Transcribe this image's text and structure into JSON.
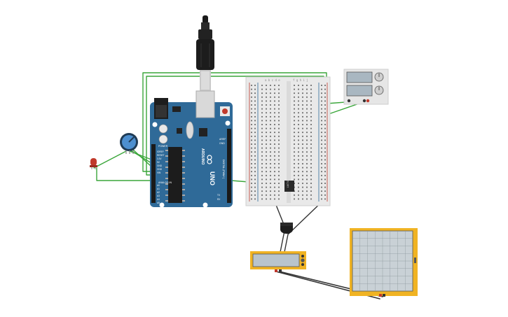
{
  "app": {
    "title": "Circuit simulation workspace"
  },
  "arduino": {
    "brand": "ARDUINO",
    "model": "UNO",
    "digital_label": "DIGITAL (PWM~)",
    "power_label": "POWER",
    "analog_label": "ANALOG IN",
    "aref": "AREF",
    "gnd": "GND",
    "power_pins": [
      "IOREF",
      "RESET",
      "3.3V",
      "5V",
      "GND",
      "GND",
      "VIN"
    ],
    "analog_pins": [
      "A0",
      "A1",
      "A2",
      "A3",
      "A4",
      "A5"
    ],
    "tx_rx": [
      "TX",
      "RX"
    ]
  },
  "breadboard": {
    "column_letters_left": "a b c d e",
    "column_letters_right": "f g h i j"
  },
  "ic": {
    "label": "LM741"
  },
  "power_supply": {
    "name": "power-supply"
  },
  "multimeter": {
    "name": "multimeter"
  },
  "oscilloscope": {
    "name": "oscilloscope"
  },
  "colors": {
    "arduino_blue": "#2f6a98",
    "wire_green": "#3aa63a",
    "wire_dark": "#333333",
    "instrument_yellow": "#f0b323",
    "led_red": "#c0392b",
    "breadboard": "#e9e9e9"
  }
}
